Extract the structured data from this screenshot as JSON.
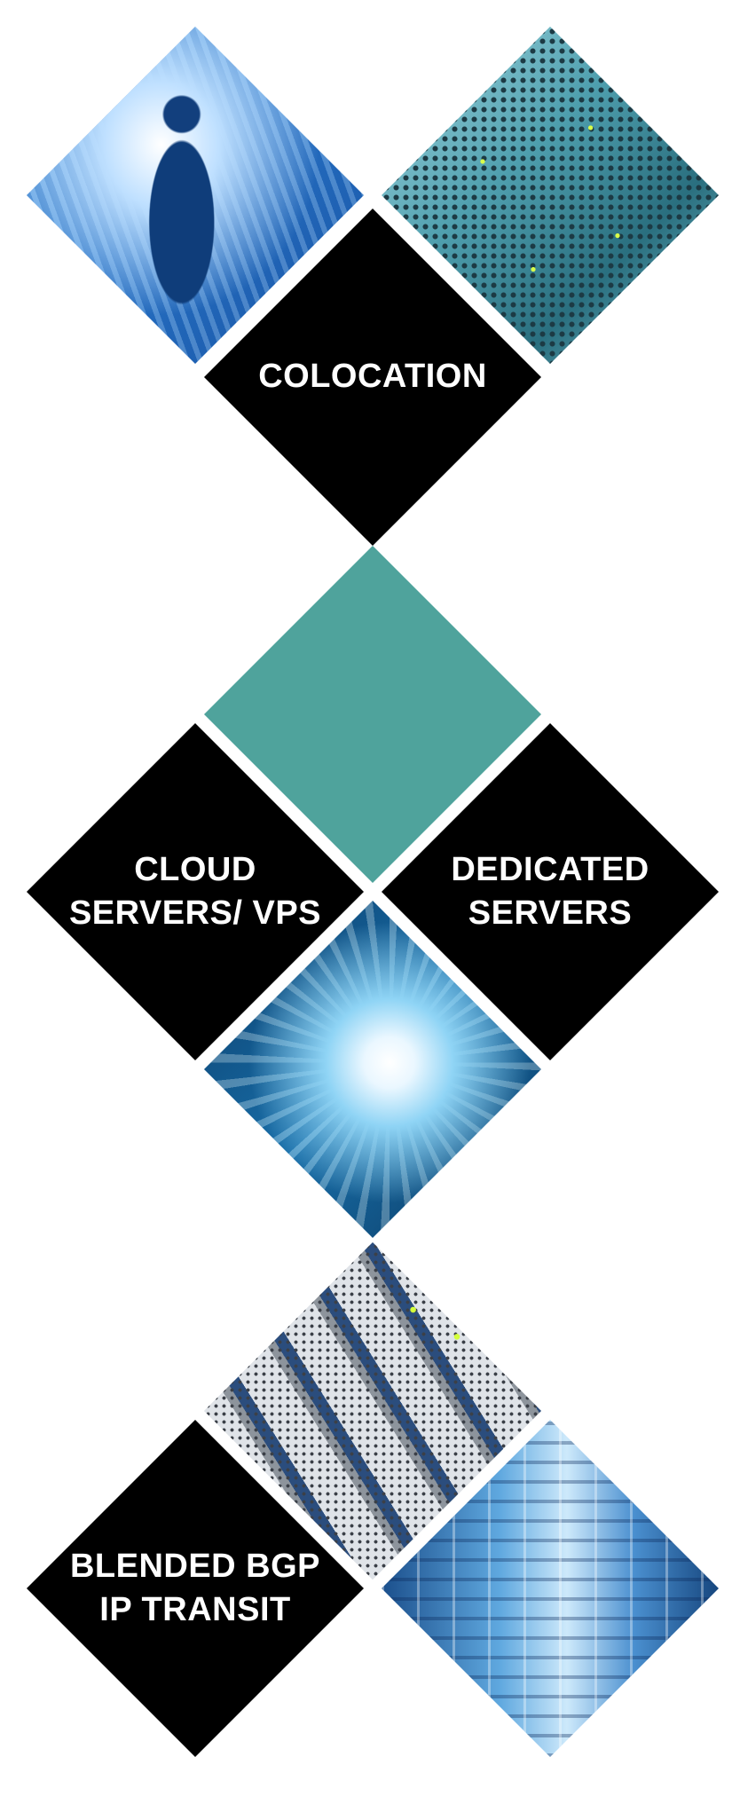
{
  "sections": [
    {
      "service": "colocation",
      "label_lines": [
        "COLOCATION"
      ],
      "images": [
        "businessman-photo",
        "server-mesh-photo"
      ]
    },
    {
      "service": "cloud-servers-vps",
      "label_lines": [
        "CLOUD",
        "SERVERS/ VPS"
      ],
      "images": [
        "data-tunnel-photo"
      ]
    },
    {
      "service": "dedicated-servers",
      "label_lines": [
        "DEDICATED",
        "SERVERS"
      ],
      "images": []
    },
    {
      "service": "blended-bgp",
      "label_lines": [
        "BLENDED BGP",
        "IP TRANSIT"
      ],
      "images": [
        "server-rack-photo",
        "datacenter-hall-photo"
      ]
    }
  ],
  "colors": {
    "tile_black": "#000000",
    "tile_teal": "#4fa39c",
    "label_text": "#ffffff"
  }
}
